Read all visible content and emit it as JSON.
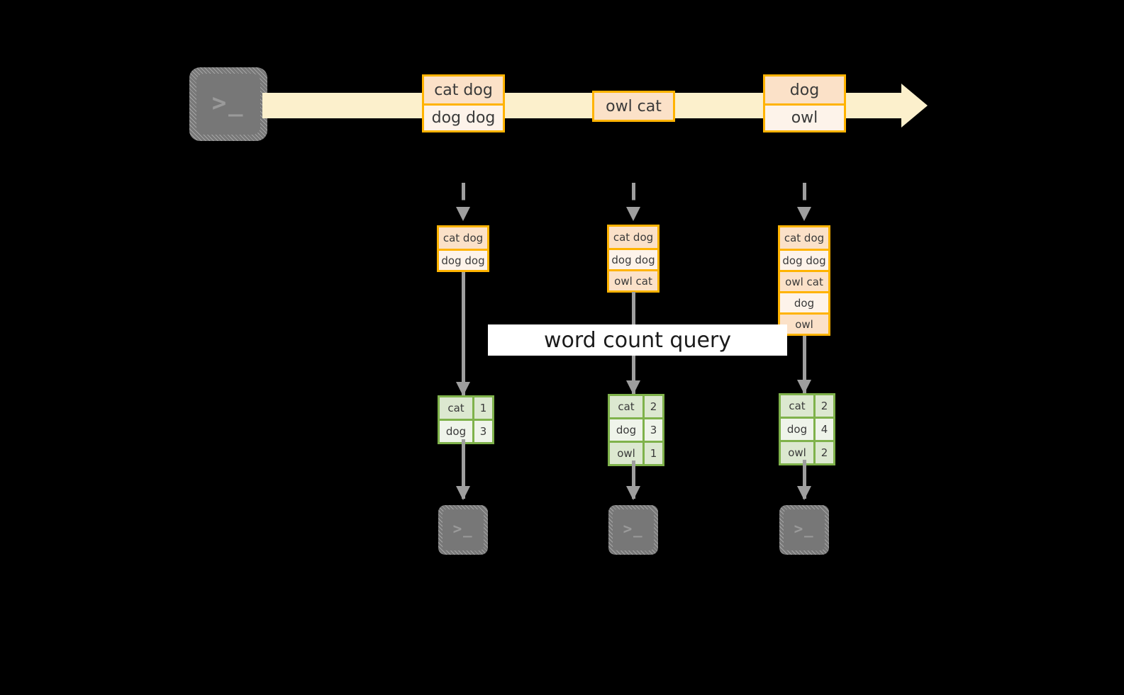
{
  "diagram": {
    "title": "word count stream query",
    "colors": {
      "background": "#000000",
      "stream_arrow": "#FCF0CC",
      "message_border": "#FFB300",
      "message_fill_dark": "#FBE1C8",
      "message_fill_light": "#FDF3EA",
      "table_border": "#7FB24B",
      "table_fill_dark": "#DCE8D0",
      "table_fill_light": "#EFF4EA",
      "connector": "#9E9E9E",
      "terminal_fill": "#777777",
      "banner_fill": "#FFFFFF"
    }
  },
  "source": {
    "icon": "terminal-icon",
    "glyph": ">_"
  },
  "stream": {
    "messages": [
      {
        "lines": [
          "cat dog",
          "dog dog"
        ]
      },
      {
        "lines": [
          "owl cat"
        ]
      },
      {
        "lines": [
          "dog",
          "owl"
        ]
      }
    ]
  },
  "query": {
    "label": "word count query"
  },
  "snapshots": [
    {
      "accumulated": [
        "cat dog",
        "dog dog"
      ],
      "result": {
        "rows": [
          {
            "word": "cat",
            "count": "1"
          },
          {
            "word": "dog",
            "count": "3"
          }
        ]
      },
      "sink": {
        "icon": "terminal-icon",
        "glyph": ">_"
      }
    },
    {
      "accumulated": [
        "cat dog",
        "dog dog",
        "owl cat"
      ],
      "result": {
        "rows": [
          {
            "word": "cat",
            "count": "2"
          },
          {
            "word": "dog",
            "count": "3"
          },
          {
            "word": "owl",
            "count": "1"
          }
        ]
      },
      "sink": {
        "icon": "terminal-icon",
        "glyph": ">_"
      }
    },
    {
      "accumulated": [
        "cat dog",
        "dog dog",
        "owl cat",
        "dog",
        "owl"
      ],
      "result": {
        "rows": [
          {
            "word": "cat",
            "count": "2"
          },
          {
            "word": "dog",
            "count": "4"
          },
          {
            "word": "owl",
            "count": "2"
          }
        ]
      },
      "sink": {
        "icon": "terminal-icon",
        "glyph": ">_"
      }
    }
  ]
}
